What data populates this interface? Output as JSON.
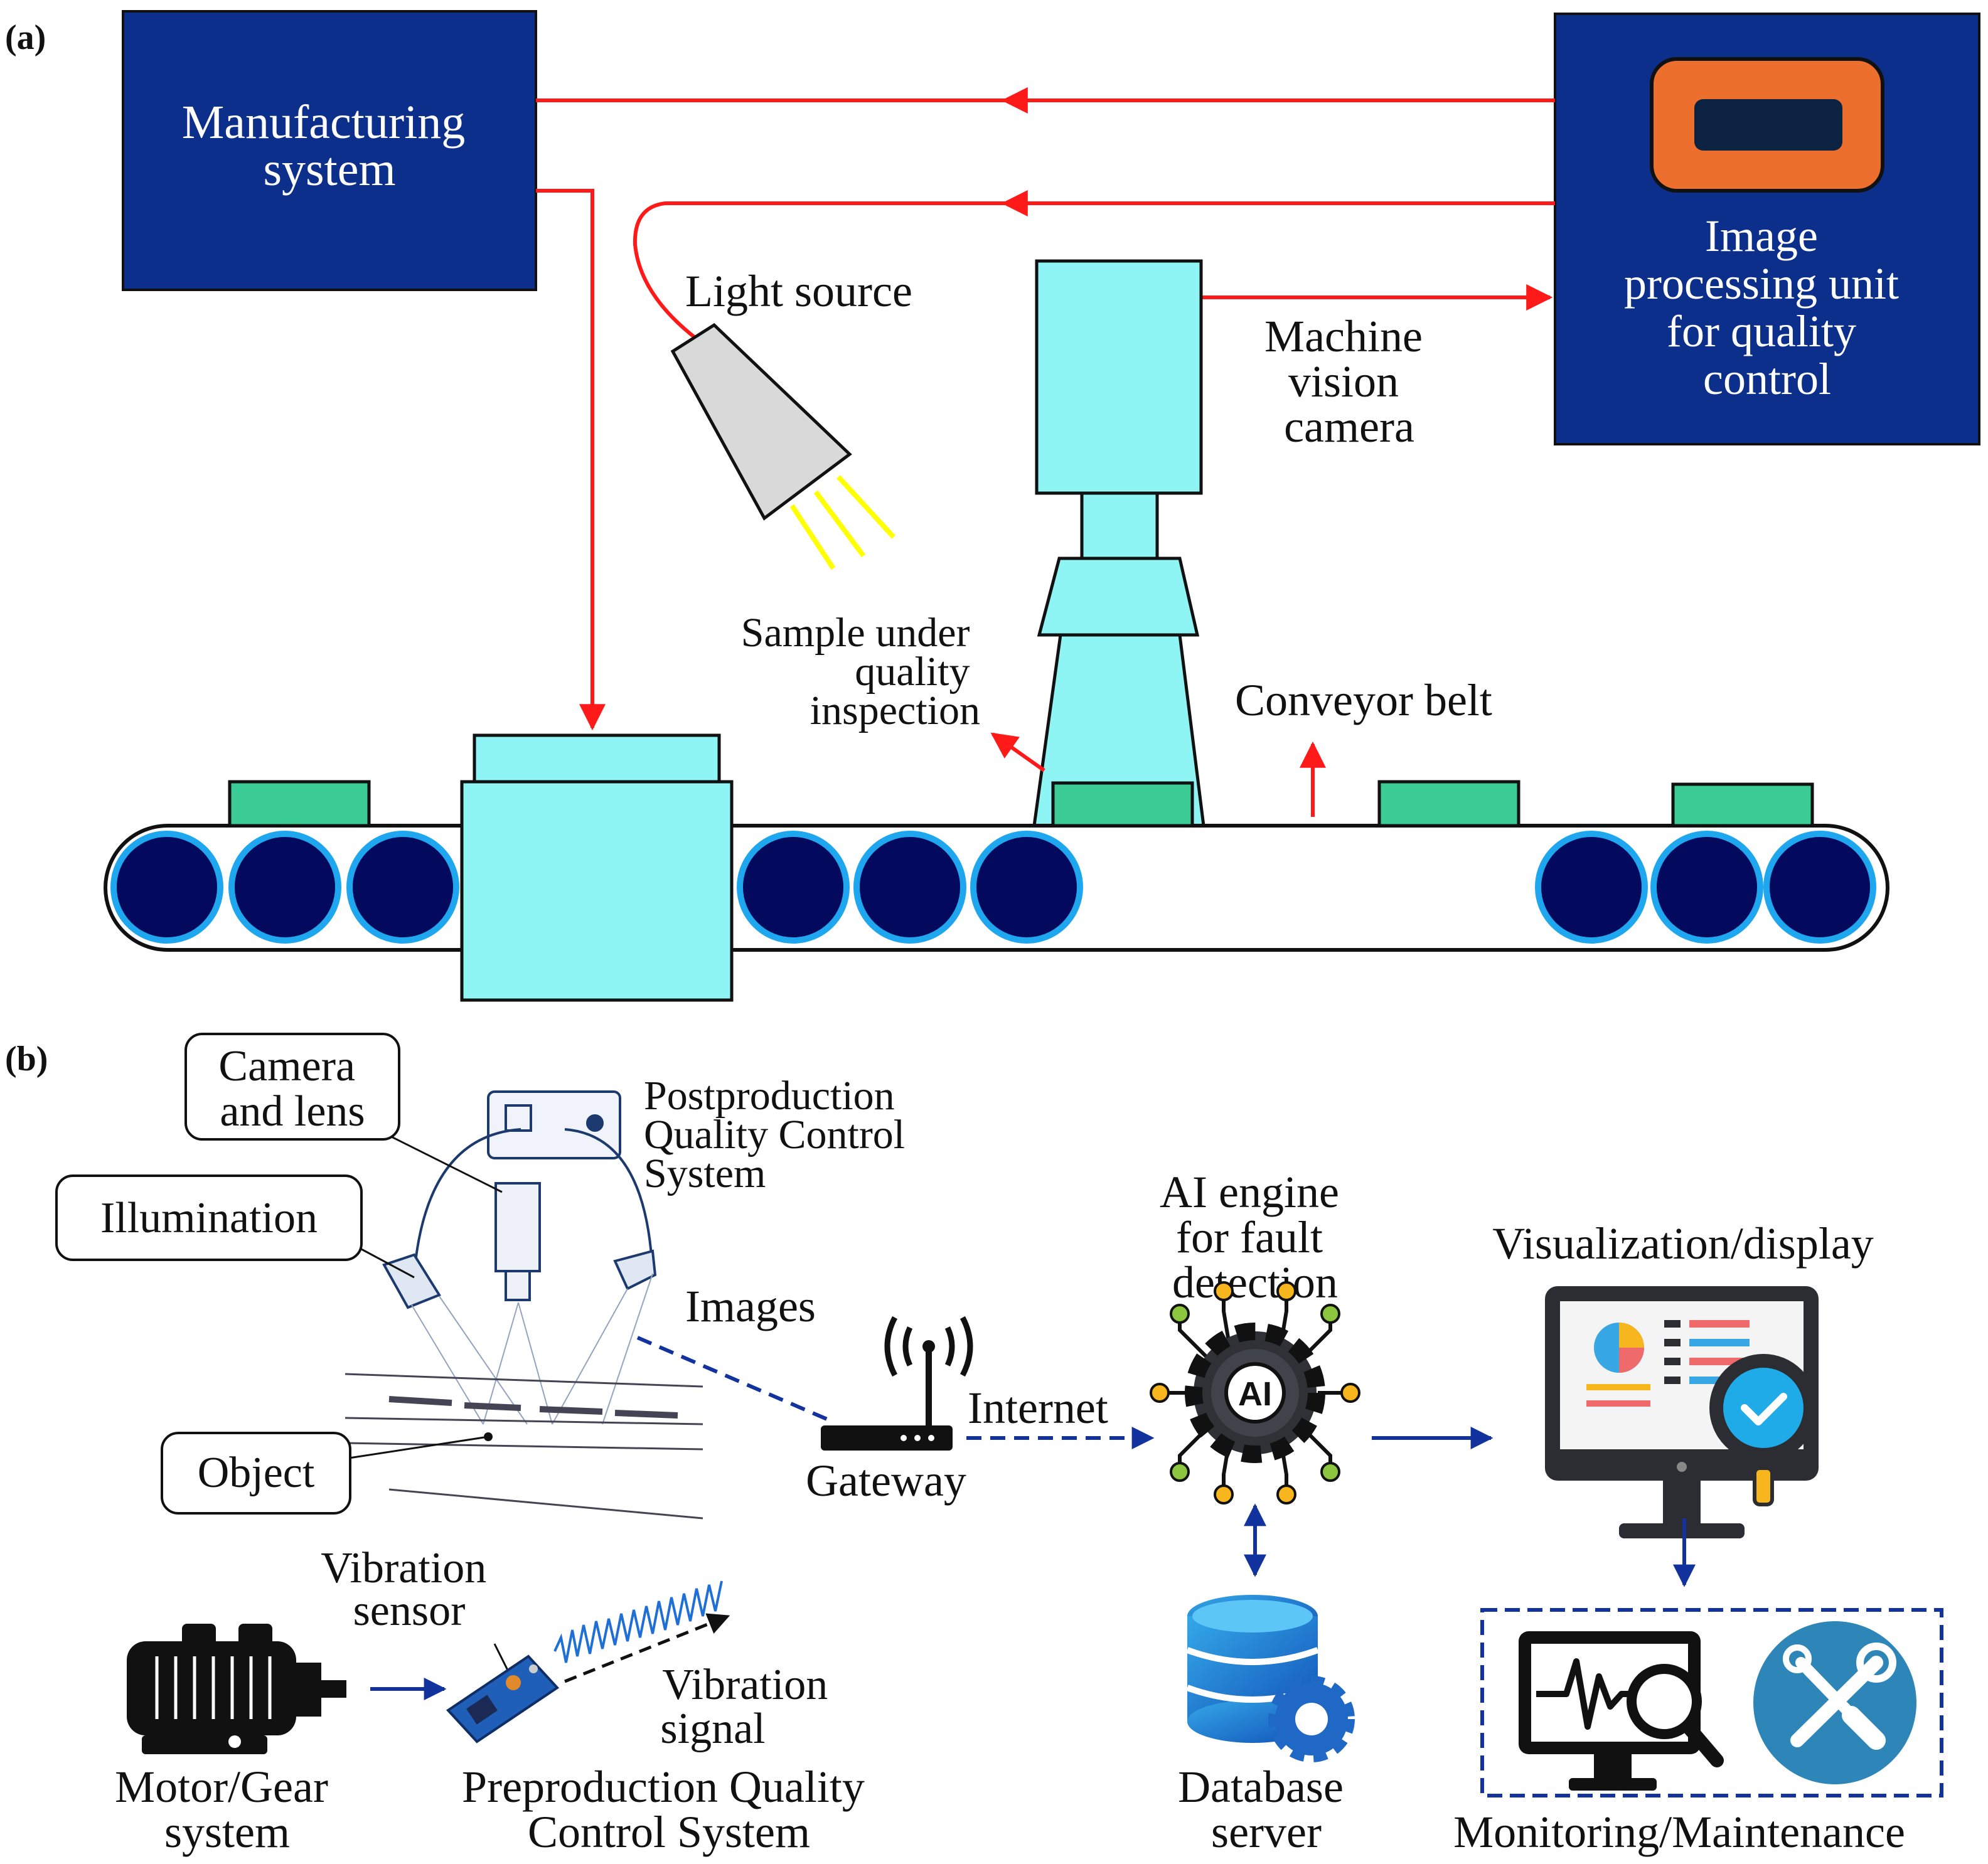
{
  "panel_a": {
    "label": "(a)",
    "manufacturing_system": [
      "Manufacturing",
      "system"
    ],
    "image_processing_unit": [
      "Image",
      "processing unit",
      "for quality",
      "control"
    ],
    "light_source": "Light source",
    "machine_vision_camera": [
      "Machine",
      "vision",
      "camera"
    ],
    "sample": [
      "Sample under",
      "quality",
      "inspection"
    ],
    "conveyor_belt": "Conveyor belt"
  },
  "panel_b": {
    "label": "(b)",
    "camera_and_lens": [
      "Camera",
      "and lens"
    ],
    "illumination": "Illumination",
    "object": "Object",
    "postproduction": [
      "Postproduction",
      "Quality Control",
      "System"
    ],
    "images": "Images",
    "gateway": "Gateway",
    "internet": "Internet",
    "ai_engine": [
      "AI engine",
      "for fault",
      "detection"
    ],
    "ai_badge": "AI",
    "visualization": "Visualization/display",
    "vibration_sensor": [
      "Vibration",
      "sensor"
    ],
    "vibration_signal": [
      "Vibration",
      "signal"
    ],
    "motor_gear": [
      "Motor/Gear",
      "system"
    ],
    "preproduction": [
      "Preproduction Quality",
      "Control System"
    ],
    "database_server": [
      "Database",
      "server"
    ],
    "monitoring": "Monitoring/Maintenance"
  },
  "colors": {
    "navy_box": "#0d2f8c",
    "cyan": "#8ef4f4",
    "roller": "#03095c",
    "roller_rim": "#1ea6ee",
    "product": "#3bcc96",
    "red_arrow": "#ff1a1a",
    "blue_arrow": "#12339e",
    "orange": "#ec6f2d"
  }
}
